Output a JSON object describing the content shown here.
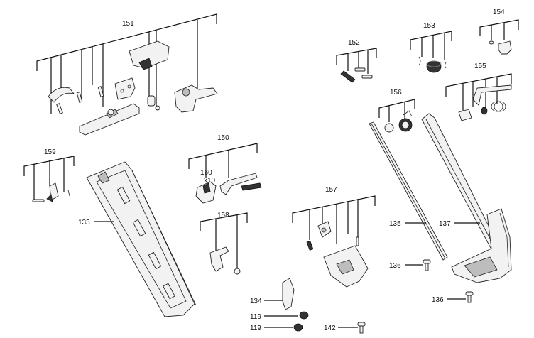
{
  "labels": {
    "p151": "151",
    "p152": "152",
    "p153": "153",
    "p154": "154",
    "p155": "155",
    "p156": "156",
    "p159": "159",
    "p150": "150",
    "p160": "160",
    "p160_qty": "x10",
    "p158": "158",
    "p157": "157",
    "p133": "133",
    "p135": "135",
    "p137": "137",
    "p136a": "136",
    "p136b": "136",
    "p134": "134",
    "p119a": "119",
    "p119b": "119",
    "p142": "142"
  }
}
